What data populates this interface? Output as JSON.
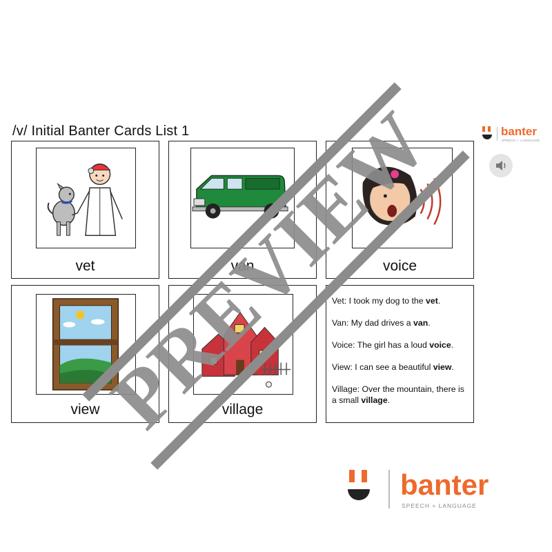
{
  "title": "/v/ Initial Banter Cards List 1",
  "brand": {
    "name": "banter",
    "tagline": "SPEECH + LANGUAGE",
    "accent_color": "#ee6a2c",
    "dark_color": "#222222"
  },
  "cards": [
    {
      "word": "vet",
      "picture": "vet-with-dog-picture"
    },
    {
      "word": "van",
      "picture": "green-van-picture"
    },
    {
      "word": "voice",
      "picture": "girl-speaking-loud-picture"
    },
    {
      "word": "view",
      "picture": "window-view-picture"
    },
    {
      "word": "village",
      "picture": "village-houses-picture"
    }
  ],
  "sentences": {
    "vet": {
      "prefix": "Vet: I took my dog to the ",
      "bold": "vet",
      "suffix": "."
    },
    "van": {
      "prefix": "Van: My dad drives a ",
      "bold": "van",
      "suffix": "."
    },
    "voice": {
      "prefix": "Voice: The girl has a loud ",
      "bold": "voice",
      "suffix": "."
    },
    "view": {
      "prefix": "View: I can see a beautiful ",
      "bold": "view",
      "suffix": "."
    },
    "village": {
      "prefix": "Village: Over the mountain, there is a small ",
      "bold": "village",
      "suffix": "."
    }
  },
  "speaker_icon": "speaker-icon",
  "watermark": {
    "text": "PREVIEW",
    "color": "#8c8c8c"
  }
}
